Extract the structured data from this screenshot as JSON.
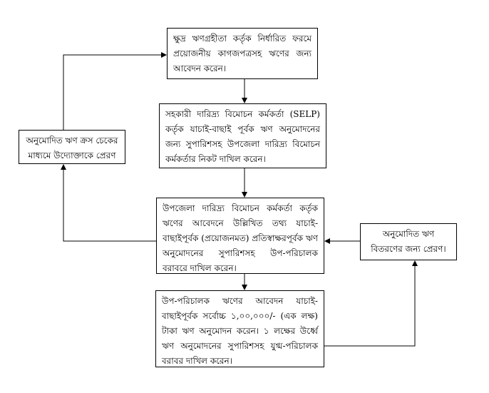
{
  "boxes": {
    "apply": "ক্ষুদ্র ঋণগ্রহীতা কর্তৃক নির্ধারিত ফরমে প্রয়োজনীয় কাগজপত্রসহ ঋণের জন্য আবেদন করেন।",
    "selp": "সহকারী দারিদ্র্য বিমোচন কর্মকর্তা (SELP) কর্তৃক যাচাই-বাছাই পূর্বক ঋণ অনুমোদনের জন্য সুপারিশসহ উপজেলা দারিদ্র্য বিমোচন কর্মকর্তার নিকট দাখিল করেন।",
    "upazila": "উপজেলা দারিদ্র্য বিমোচন কর্মকর্তা কর্তৃক ঋণের আবেদনে উল্লিখিত তথ্য যাচাই-বাছাইপূর্বক (প্রয়োজনমত) প্রতিস্বাক্ষরপূর্বক ঋণ অনুমোদনের সুপারিশসহ উপ-পরিচালক বরাবরে দাখিল করেন।",
    "deputy": "উপ-পরিচালক ঋণের আবেদন যাচাই-বাছাইপূর্বক সর্বোচ্চ ১,০০,০০০/- (এক লক্ষ) টাকা ঋণ অনুমোদন করেন। ১ লক্ষের উর্ধ্বে ঋণ অনুমোদনের সুপারিশসহ যুগ্ম-পরিচালক বরাবর দাখিল করেন।",
    "cheque": "অনুমোদিত ঋণ ক্রস চেকের মাধ্যমে উদ্যোক্তাকে প্রেরণ",
    "disburse": "অনুমোদিত ঋণ বিতরণের জন্য প্রেরণ।"
  }
}
